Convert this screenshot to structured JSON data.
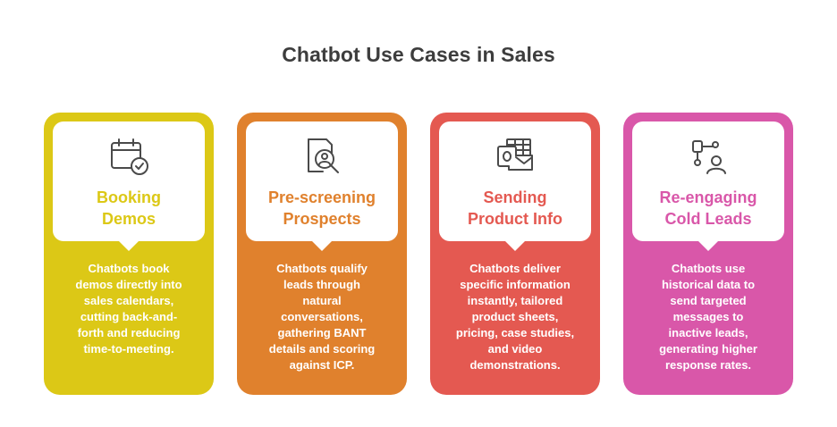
{
  "title": "Chatbot Use Cases in Sales",
  "colors": {
    "yellow": "#dcc816",
    "orange": "#e0812d",
    "red": "#e45951",
    "pink": "#d957a9",
    "title": "#3d3d3d"
  },
  "cards": [
    {
      "icon": "calendar-check-icon",
      "color": "#dcc816",
      "heading_lines": [
        "Booking",
        "Demos"
      ],
      "desc_lines": [
        "Chatbots book",
        "demos directly into",
        "sales calendars,",
        "cutting back-and-",
        "forth and reducing",
        "time-to-meeting."
      ]
    },
    {
      "icon": "profile-search-icon",
      "color": "#e0812d",
      "heading_lines": [
        "Pre-screening",
        "Prospects"
      ],
      "desc_lines": [
        "Chatbots qualify",
        "leads through",
        "natural",
        "conversations,",
        "gathering BANT",
        "details and scoring",
        "against ICP."
      ]
    },
    {
      "icon": "outlook-mail-icon",
      "color": "#e45951",
      "heading_lines": [
        "Sending",
        "Product Info"
      ],
      "desc_lines": [
        "Chatbots deliver",
        "specific information",
        "instantly, tailored",
        "product sheets,",
        "pricing, case studies,",
        "and video",
        "demonstrations."
      ]
    },
    {
      "icon": "person-network-icon",
      "color": "#d957a9",
      "heading_lines": [
        "Re-engaging",
        "Cold Leads"
      ],
      "desc_lines": [
        "Chatbots use",
        "historical data to",
        "send targeted",
        "messages to",
        "inactive leads,",
        "generating higher",
        "response rates."
      ]
    }
  ]
}
